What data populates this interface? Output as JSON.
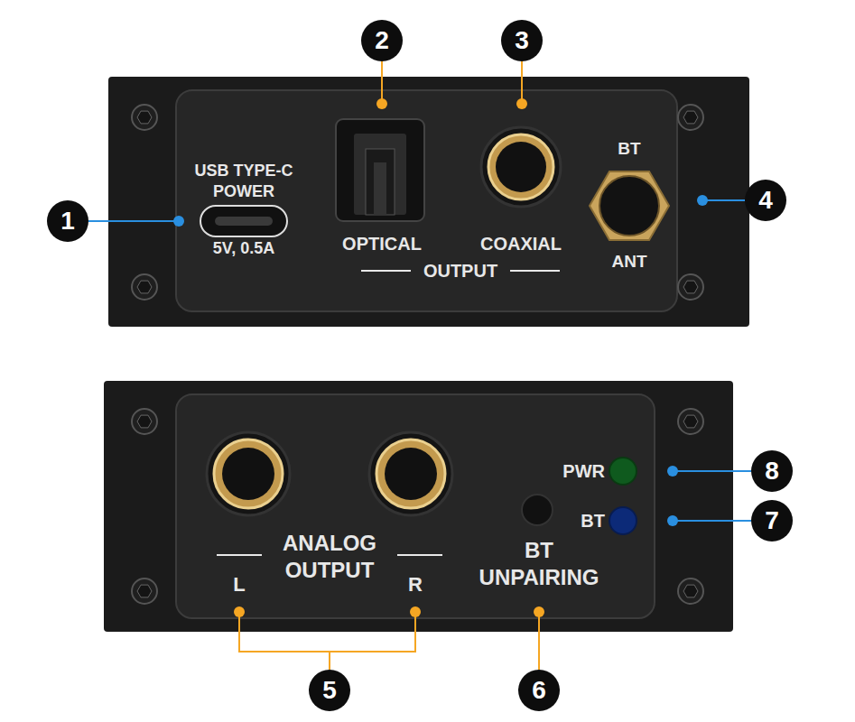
{
  "diagram": {
    "nodes": [
      {
        "text": [
          "USB TYPE-C POWER",
          "5V, 0.5A",
          "OPTICAL",
          "COAXIAL",
          "OUTPUT",
          "BT",
          "ANT"
        ]
      },
      {
        "text": [
          "ANALOG OUTPUT",
          "L",
          "R",
          "BT UNPAIRING",
          "PWR",
          "BT"
        ]
      },
      {
        "text": [
          "1"
        ]
      },
      {
        "text": [
          "2"
        ]
      },
      {
        "text": [
          "3"
        ]
      },
      {
        "text": [
          "4"
        ]
      },
      {
        "text": [
          "5"
        ]
      },
      {
        "text": [
          "6"
        ]
      },
      {
        "text": [
          "7"
        ]
      },
      {
        "text": [
          "8"
        ]
      }
    ]
  }
}
